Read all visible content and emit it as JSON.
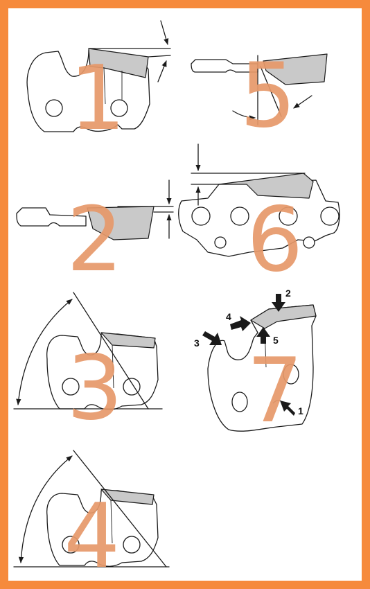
{
  "colors": {
    "frame": "#f68a3c",
    "step_numeral": "#e7996a",
    "tooth_fill": "#c9c9c9",
    "line": "#1a1a1a"
  },
  "steps": [
    {
      "number": "1"
    },
    {
      "number": "2"
    },
    {
      "number": "3"
    },
    {
      "number": "4"
    },
    {
      "number": "5"
    },
    {
      "number": "6"
    },
    {
      "number": "7"
    }
  ],
  "part_labels": [
    "1",
    "2",
    "3",
    "4",
    "5"
  ]
}
